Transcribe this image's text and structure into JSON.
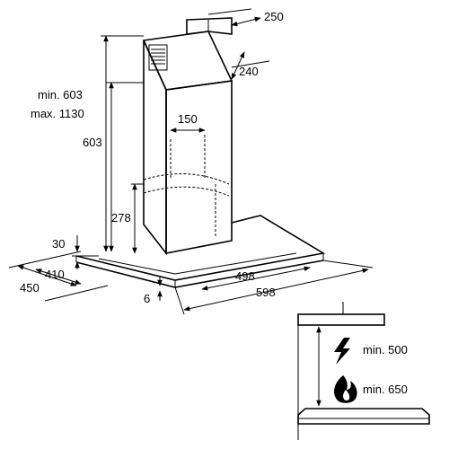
{
  "dims": {
    "d250": "250",
    "d240": "240",
    "min603": "min. 603",
    "max1130": "max. 1130",
    "d603": "603",
    "d150": "150",
    "d278": "278",
    "d30": "30",
    "d410": "410",
    "d450": "450",
    "d498": "498",
    "d598": "598",
    "d6": "6"
  },
  "clearance": {
    "electric": "min. 500",
    "gas": "min. 650"
  }
}
